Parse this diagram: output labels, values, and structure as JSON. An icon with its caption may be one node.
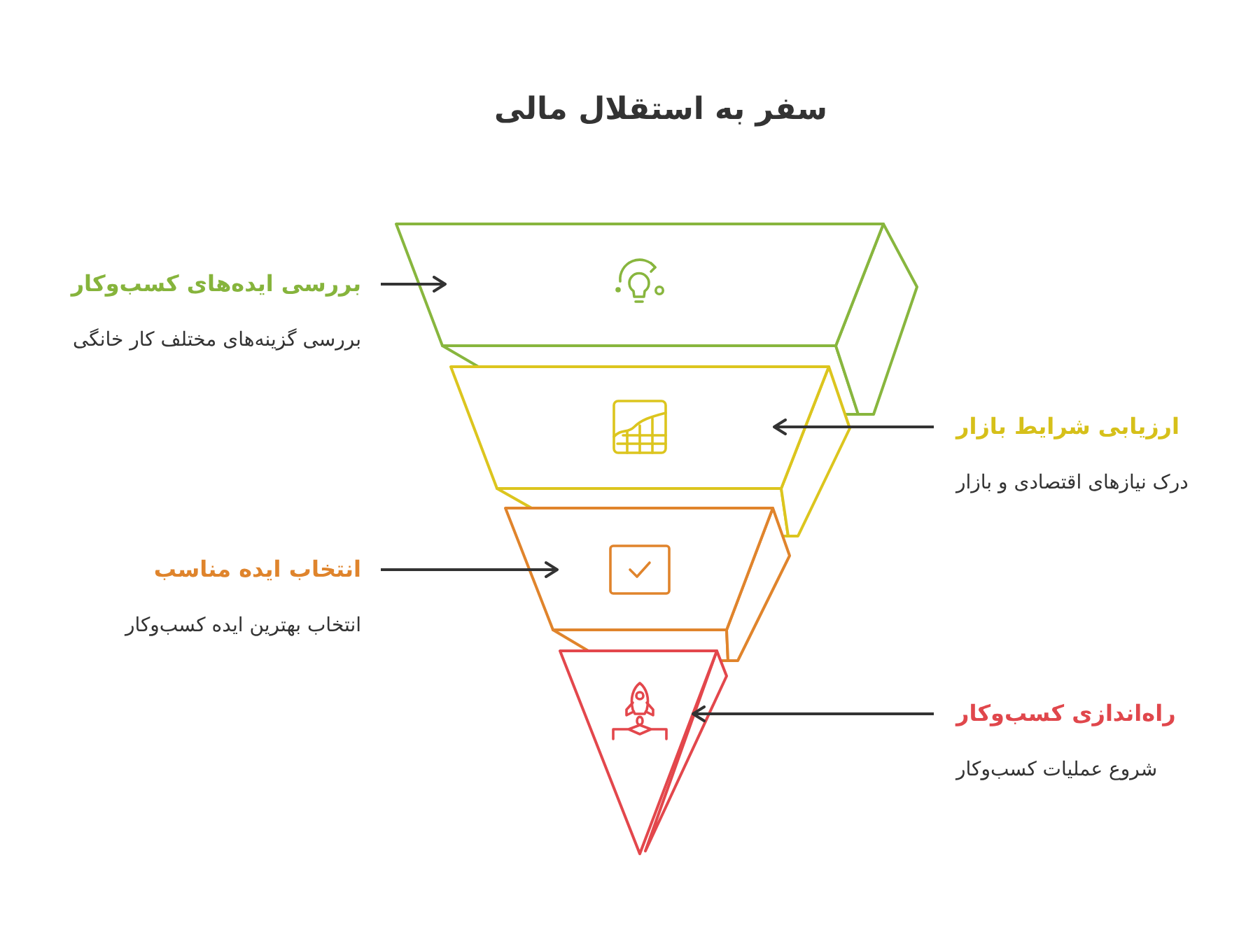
{
  "diagram": {
    "title": "سفر به استقلال مالی",
    "nodes": [
      {
        "text": [
          "بررسی ایده‌های کسب‌وکار",
          "بررسی گزینه‌های مختلف کار خانگی"
        ]
      },
      {
        "text": [],
        "shape": "trapezoid"
      },
      {
        "text": [
          "ارزیابی شرایط بازار",
          "درک نیازهای اقتصادی و بازار"
        ]
      },
      {
        "text": [],
        "shape": "trapezoid"
      },
      {
        "text": [
          "انتخاب ایده مناسب",
          "انتخاب بهترین ایده کسب‌وکار"
        ]
      },
      {
        "text": [],
        "shape": "trapezoid"
      },
      {
        "text": [
          "راه‌اندازی کسب‌وکار",
          "شروع عملیات کسب‌وکار"
        ]
      },
      {
        "text": [],
        "shape": "triangle"
      }
    ],
    "edges": [
      {
        "from": 0,
        "to": 1,
        "arrow": "to"
      },
      {
        "from": 2,
        "to": 3,
        "arrow": "to"
      },
      {
        "from": 4,
        "to": 5,
        "arrow": "to"
      },
      {
        "from": 6,
        "to": 7,
        "arrow": "to"
      }
    ]
  }
}
